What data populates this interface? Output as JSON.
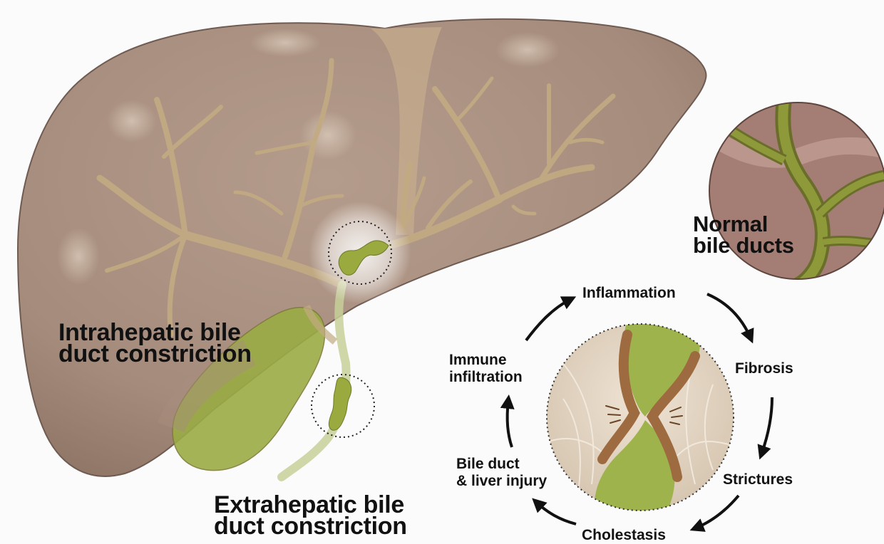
{
  "labels": {
    "intrahepatic": [
      "Intrahepatic bile",
      "duct constriction"
    ],
    "extrahepatic": [
      "Extrahepatic bile",
      "duct constriction"
    ],
    "normal": [
      "Normal",
      "bile ducts"
    ]
  },
  "cycle": {
    "steps": [
      [
        "Inflammation"
      ],
      [
        "Fibrosis"
      ],
      [
        "Strictures"
      ],
      [
        "Cholestasis"
      ],
      [
        "Bile duct",
        "& liver injury"
      ],
      [
        "Immune",
        "infiltration"
      ]
    ]
  },
  "colors": {
    "liver": "#a88f7f",
    "liver_outline": "#6f5b52",
    "bile_duct": "#9aaa3f",
    "duct_tree": "#c2ab82",
    "gallbladder": "#9aac45",
    "arrow": "#111111"
  }
}
